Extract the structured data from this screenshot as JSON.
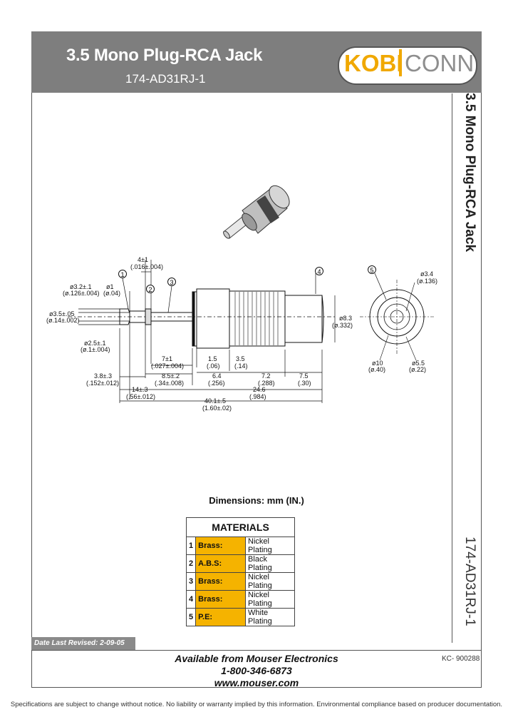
{
  "header": {
    "title": "3.5 Mono Plug-RCA Jack",
    "part_number": "174-AD31RJ-1",
    "logo_left": "KOBI",
    "logo_right": "CONN",
    "logo_color": "#f0a800"
  },
  "sidebar": {
    "title": "3.5 Mono Plug-RCA Jack",
    "part_number": "174-AD31RJ-1"
  },
  "drawing": {
    "callouts": [
      "1",
      "2",
      "3",
      "4",
      "5"
    ],
    "dims": {
      "d1": "4±1",
      "d1b": "(.016±.004)",
      "d2": "ø3.2±.1",
      "d2b": "(ø.126±.004)",
      "d3": "ø1",
      "d3b": "(ø.04)",
      "d4": "ø3.5±.05",
      "d4b": "(ø.14±.002)",
      "d5": "ø2.5±.1",
      "d5b": "(ø.1±.004)",
      "d6": "7±1",
      "d6b": "(.027±.004)",
      "d7": "1.5",
      "d7b": "(.06)",
      "d8": "3.5",
      "d8b": "(.14)",
      "d9": "8.5±.2",
      "d9b": "(.34±.008)",
      "d10": "6.4",
      "d10b": "(.256)",
      "d11": "7.2",
      "d11b": "(.288)",
      "d12": "7.5",
      "d12b": "(.30)",
      "d13": "3.8±.3",
      "d13b": "(.152±.012)",
      "d14": "14±.3",
      "d14b": "(.56±.012)",
      "d15": "24.6",
      "d15b": "(.984)",
      "d16": "40.1±.5",
      "d16b": "(1.60±.02)",
      "d17": "ø8.3",
      "d17b": "(ø.332)",
      "d18": "ø3.4",
      "d18b": "(ø.136)",
      "d19": "ø10",
      "d19b": "(ø.40)",
      "d20": "ø5.5",
      "d20b": "(ø.22)"
    }
  },
  "dimensions_title": "Dimensions: mm (IN.)",
  "materials": {
    "heading": "MATERIALS",
    "rows": [
      {
        "num": "1",
        "material": "Brass:",
        "finish": "Nickel Plating"
      },
      {
        "num": "2",
        "material": "A.B.S:",
        "finish": "Black Plating"
      },
      {
        "num": "3",
        "material": "Brass:",
        "finish": "Nickel Plating"
      },
      {
        "num": "4",
        "material": "Brass:",
        "finish": "Nickel Plating"
      },
      {
        "num": "5",
        "material": "P.E:",
        "finish": "White Plating"
      }
    ]
  },
  "footer": {
    "revised": "Date Last Revised:  2-09-05",
    "available": "Available from Mouser Electronics",
    "phone": "1-800-346-6873",
    "web": "www.mouser.com",
    "kc": "KC- 900288",
    "disclaimer": "Specifications are subject to change without notice. No liability or warranty implied by this information. Environmental compliance based on producer documentation."
  }
}
